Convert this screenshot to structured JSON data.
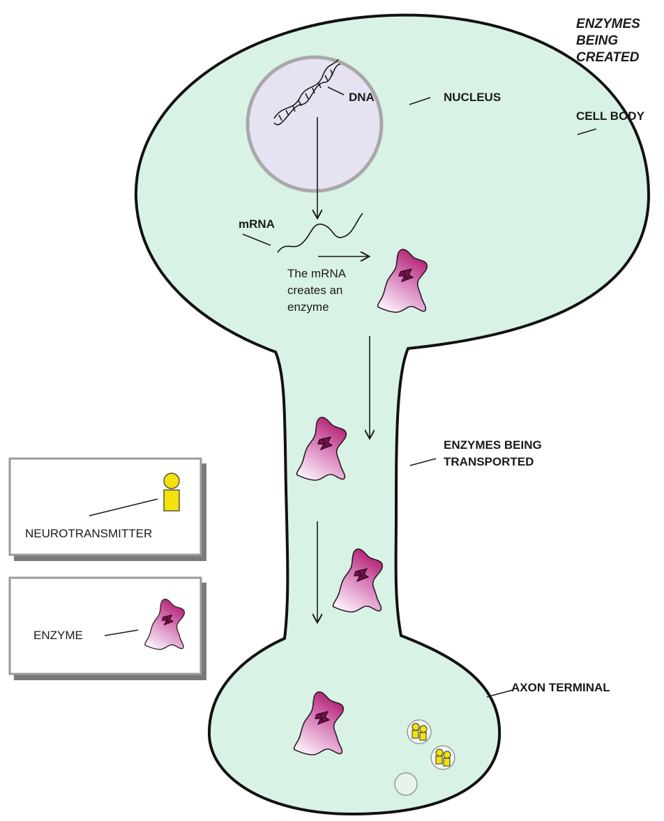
{
  "title": {
    "line1": "ENZYMES",
    "line2": "BEING",
    "line3": "CREATED"
  },
  "labels": {
    "dna": "DNA",
    "nucleus": "NUCLEUS",
    "cell_body": "CELL BODY",
    "mrna": "mRNA",
    "transported_line1": "ENZYMES BEING",
    "transported_line2": "TRANSPORTED",
    "axon_terminal": "AXON TERMINAL"
  },
  "note": {
    "line1": "The mRNA",
    "line2": "creates an",
    "line3": "enzyme"
  },
  "legend": {
    "neurotransmitter": "NEUROTRANSMITTER",
    "enzyme": "ENZYME"
  },
  "colors": {
    "cell_fill": "#d9f2e6",
    "cell_stroke": "#111111",
    "nucleus_fill": "#e6e2f1",
    "nucleus_ring": "#a8a8a8",
    "enzyme_magenta": "#b0176a",
    "enzyme_light": "#f3d6ee",
    "neurotransmitter_yellow": "#f5e10c"
  }
}
